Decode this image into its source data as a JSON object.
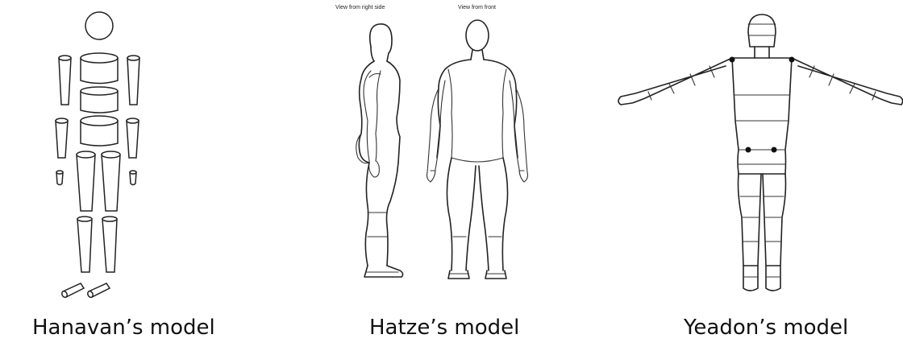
{
  "figures": [
    {
      "caption": "Hanavan’s model"
    },
    {
      "caption": "Hatze’s model",
      "views": [
        "View from right side",
        "View from front"
      ]
    },
    {
      "caption": "Yeadon’s model"
    }
  ]
}
